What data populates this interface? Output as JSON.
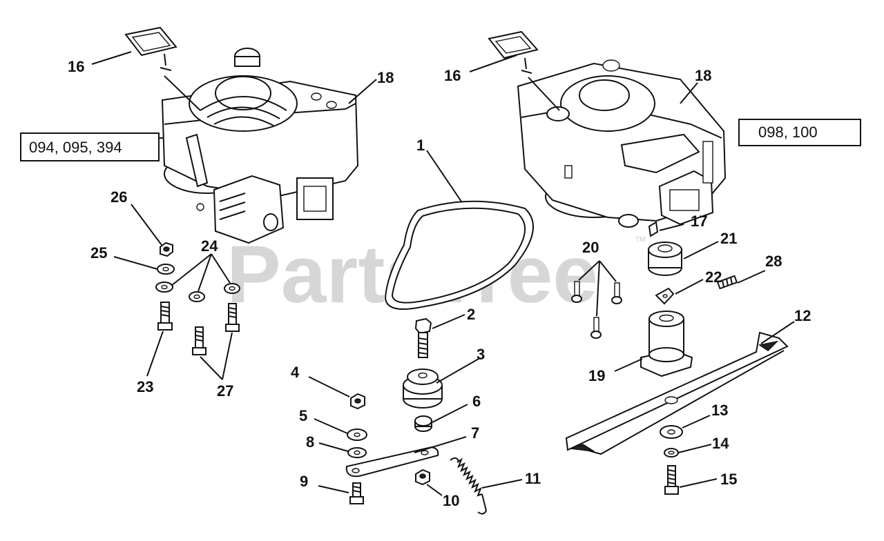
{
  "watermark": {
    "text": "PartsTree",
    "trademark": "TM"
  },
  "model_boxes": [
    {
      "id": "left-engine-models",
      "text": "094, 095, 394"
    },
    {
      "id": "right-engine-models",
      "text": "098, 100"
    }
  ],
  "callouts": [
    {
      "id": "c16a",
      "text": "16"
    },
    {
      "id": "c18a",
      "text": "18"
    },
    {
      "id": "c26",
      "text": "26"
    },
    {
      "id": "c25",
      "text": "25"
    },
    {
      "id": "c24",
      "text": "24"
    },
    {
      "id": "c23",
      "text": "23"
    },
    {
      "id": "c27",
      "text": "27"
    },
    {
      "id": "c1",
      "text": "1"
    },
    {
      "id": "c2",
      "text": "2"
    },
    {
      "id": "c3",
      "text": "3"
    },
    {
      "id": "c4",
      "text": "4"
    },
    {
      "id": "c5",
      "text": "5"
    },
    {
      "id": "c6",
      "text": "6"
    },
    {
      "id": "c7",
      "text": "7"
    },
    {
      "id": "c8",
      "text": "8"
    },
    {
      "id": "c9",
      "text": "9"
    },
    {
      "id": "c10",
      "text": "10"
    },
    {
      "id": "c11",
      "text": "11"
    },
    {
      "id": "c16b",
      "text": "16"
    },
    {
      "id": "c18b",
      "text": "18"
    },
    {
      "id": "c17",
      "text": "17"
    },
    {
      "id": "c20",
      "text": "20"
    },
    {
      "id": "c21",
      "text": "21"
    },
    {
      "id": "c22",
      "text": "22"
    },
    {
      "id": "c28",
      "text": "28"
    },
    {
      "id": "c12",
      "text": "12"
    },
    {
      "id": "c19",
      "text": "19"
    },
    {
      "id": "c13",
      "text": "13"
    },
    {
      "id": "c14",
      "text": "14"
    },
    {
      "id": "c15",
      "text": "15"
    }
  ]
}
